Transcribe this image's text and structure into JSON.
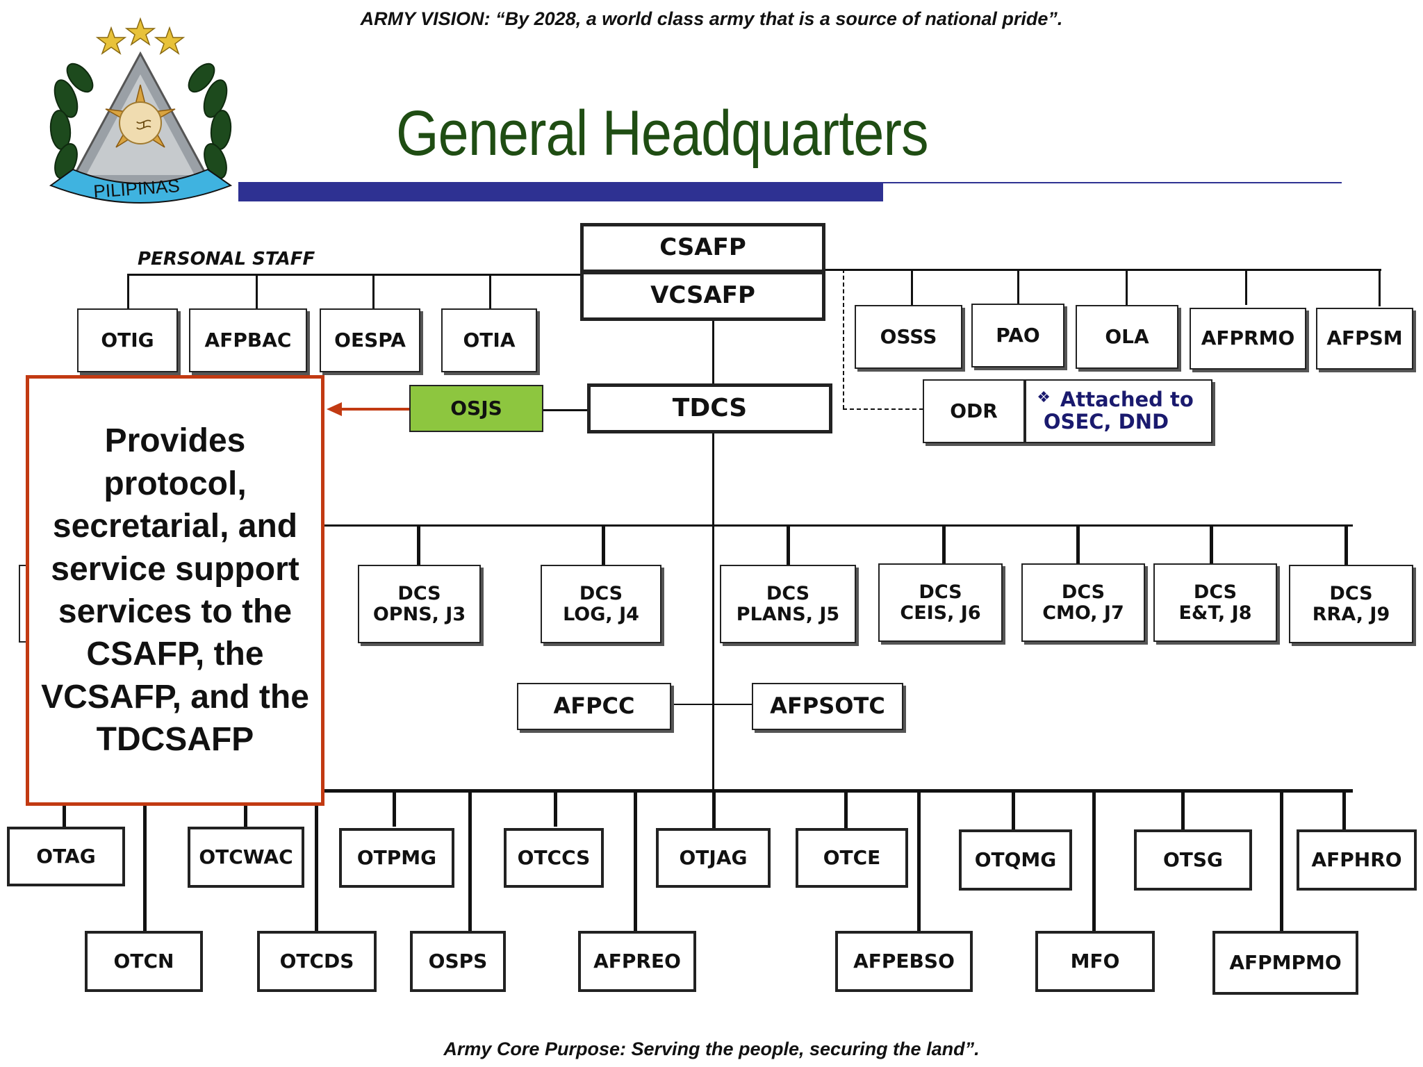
{
  "header": {
    "vision": "ARMY VISION:  “By 2028, a world class army that is a source of national pride”.",
    "title": "General Headquarters",
    "logo_text": "PILIPINAS"
  },
  "footer": {
    "purpose": "Army Core Purpose:  Serving the people, securing the land”."
  },
  "colors": {
    "title_green": "#1f4d13",
    "bar_blue": "#2e3192",
    "callout_red": "#c23a12",
    "osjs_green": "#8dc63f",
    "attached_navy": "#1a1a6e"
  },
  "top": {
    "csafp": "CSAFP",
    "vcsafp": "VCSAFP",
    "tdcs": "TDCS",
    "osjs": "OSJS"
  },
  "personal_staff": {
    "label": "PERSONAL STAFF",
    "left": [
      "OTIG",
      "AFPBAC",
      "OESPA",
      "OTIA"
    ],
    "right": [
      "OSSS",
      "PAO",
      "OLA",
      "AFPRMO",
      "AFPSM"
    ]
  },
  "odr": {
    "label": "ODR",
    "note_line1": "Attached to",
    "note_line2": "OSEC, DND",
    "bullet_icon": "diamond-bullet-icon"
  },
  "callout": "Provides protocol, secretarial, and service support services to the CSAFP, the VCSAFP, and the TDCSAFP",
  "dcs": [
    {
      "l1": "DCS",
      "l2": "OPNS, J3"
    },
    {
      "l1": "DCS",
      "l2": "LOG, J4"
    },
    {
      "l1": "DCS",
      "l2": "PLANS, J5"
    },
    {
      "l1": "DCS",
      "l2": "CEIS, J6"
    },
    {
      "l1": "DCS",
      "l2": "CMO, J7"
    },
    {
      "l1": "DCS",
      "l2": "E&T, J8"
    },
    {
      "l1": "DCS",
      "l2": "RRA, J9"
    }
  ],
  "mid": {
    "afpcc": "AFPCC",
    "afpsotc": "AFPSOTC"
  },
  "special_staff_row1": [
    "OTAG",
    "OTCWAC",
    "OTPMG",
    "OTCCS",
    "OTJAG",
    "OTCE",
    "OTQMG",
    "OTSG",
    "AFPHRO"
  ],
  "special_staff_row2": [
    "OTCN",
    "OTCDS",
    "OSPS",
    "AFPREO",
    "AFPEBSO",
    "MFO",
    "AFPMPMO"
  ]
}
